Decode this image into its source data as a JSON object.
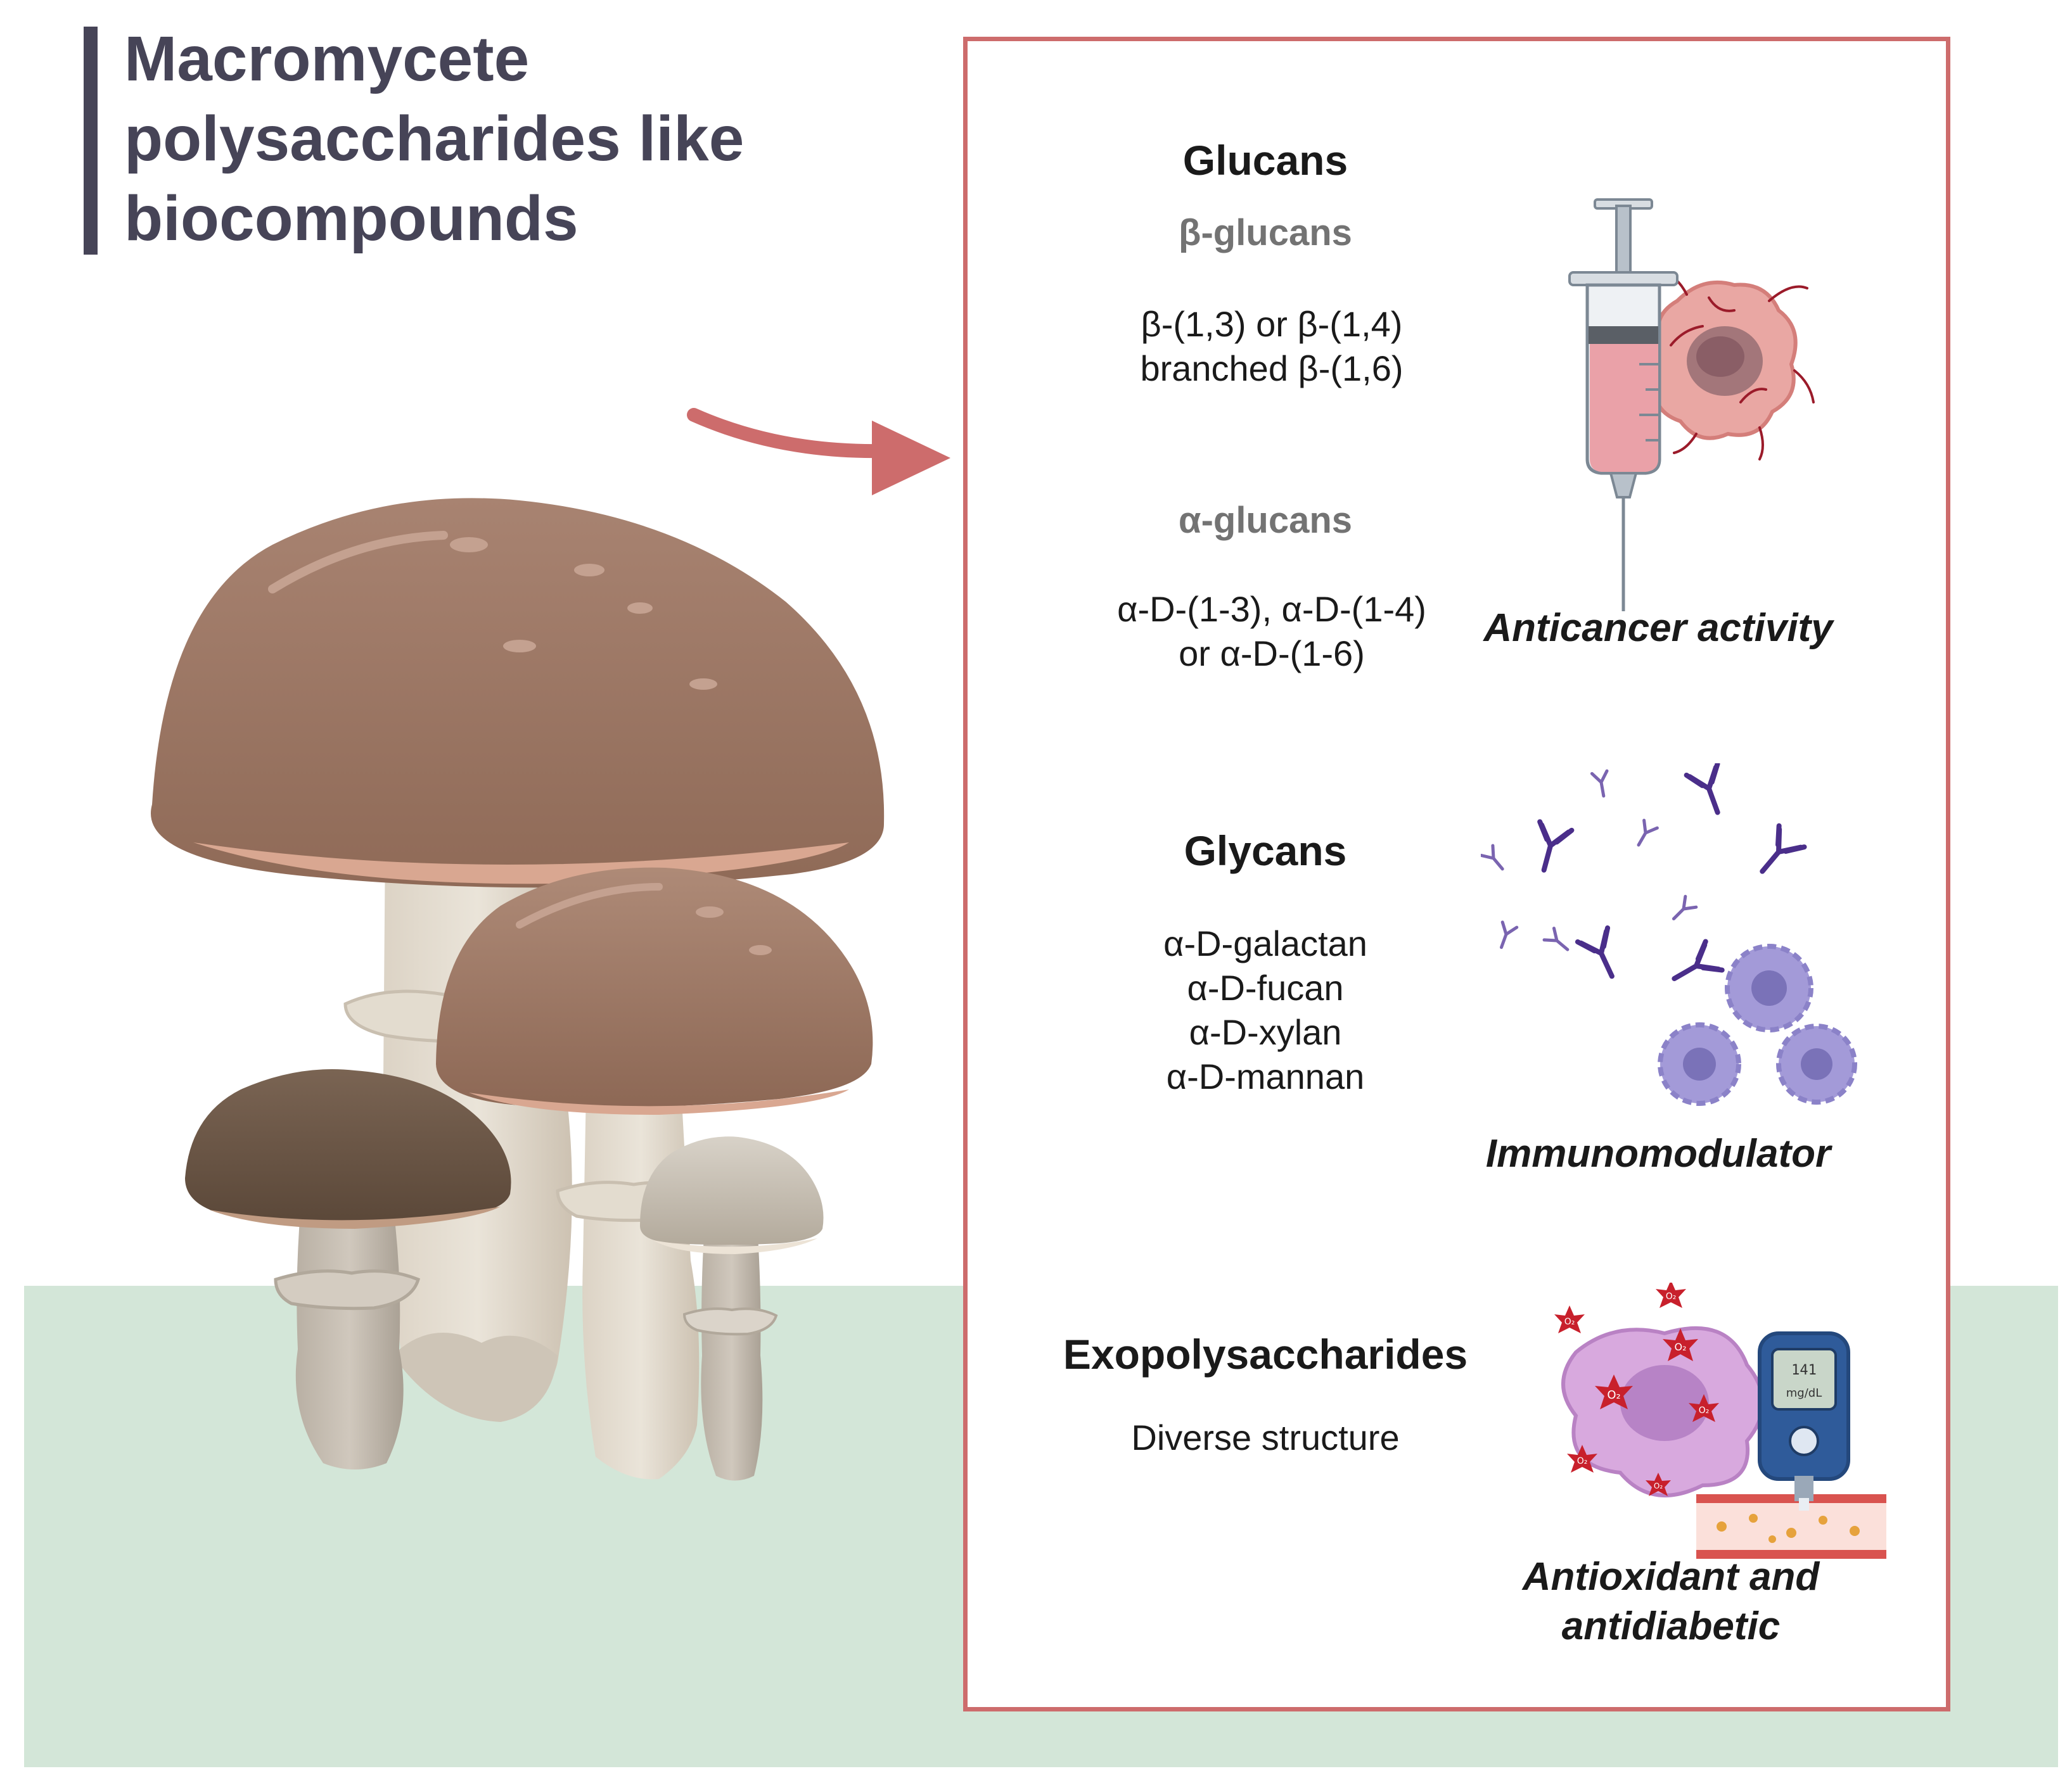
{
  "title": {
    "line1": "Macromycete",
    "line2": "polysaccharides like",
    "line3": "biocompounds"
  },
  "glucans": {
    "heading": "Glucans",
    "beta": {
      "label": "β-glucans",
      "line1": "β-(1,3) or β-(1,4)",
      "line2": "branched β-(1,6)"
    },
    "alpha": {
      "label": "α-glucans",
      "line1": "α-D-(1-3), α-D-(1-4)",
      "line2": "or α-D-(1-6)"
    }
  },
  "glycans": {
    "heading": "Glycans",
    "items": [
      "α-D-galactan",
      "α-D-fucan",
      "α-D-xylan",
      "α-D-mannan"
    ]
  },
  "exopolysaccharides": {
    "heading": "Exopolysaccharides",
    "line1": "Diverse structure"
  },
  "activities": {
    "anticancer": "Anticancer activity",
    "immuno": "Immunomodulator",
    "antiox_line1": "Antioxidant and",
    "antiox_line2": "antidiabetic"
  },
  "glucometer": {
    "line1": "141",
    "line2": "mg/dL"
  },
  "ros_label": "O₂",
  "colors": {
    "title": "#464457",
    "panel_border": "#cd6c6c",
    "arrow": "#cd6c6c",
    "ground": "#d3e6d8",
    "cap_brown": "#9b7561",
    "antibody": "#4a2e8a",
    "immune_cell": "#a39ad8"
  },
  "icons": [
    "syringe-icon",
    "cancer-cell-icon",
    "antibody-icon",
    "immune-cell-icon",
    "ros-icon",
    "glucometer-icon",
    "blood-vessel-icon",
    "mushroom-icon",
    "arrow-icon"
  ]
}
